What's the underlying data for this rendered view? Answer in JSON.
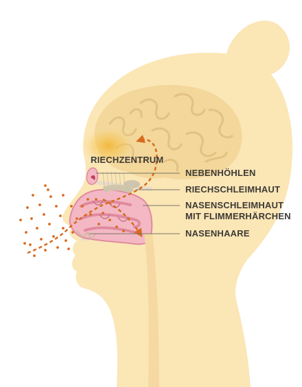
{
  "labels": {
    "riechzentrum": "RIECHZENTRUM",
    "nebenhoehlen": "NEBENHÖHLEN",
    "riechschleimhaut": "RIECHSCHLEIMHAUT",
    "nasenschleimhaut_1": "NASENSCHLEIMHAUT",
    "nasenschleimhaut_2": "MIT FLIMMERHÄRCHEN",
    "nasenhaare": "NASENHAARE"
  },
  "colors": {
    "head": "#fbe6b6",
    "brain": "#f3d79b",
    "brain_line": "#e2c283",
    "glow": "#f2b534",
    "mucosa": "#f3b8c4",
    "mucosa_dark": "#e08a9e",
    "arrow": "#d86a1e",
    "text": "#3d3a35",
    "leader": "#7a7468",
    "bone": "#e8ddc6"
  }
}
